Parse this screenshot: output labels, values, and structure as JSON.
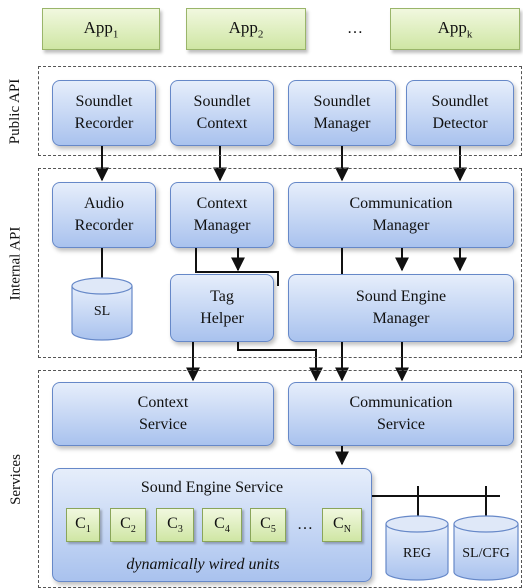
{
  "apps": [
    {
      "base": "App",
      "sub": "1"
    },
    {
      "base": "App",
      "sub": "2"
    },
    {
      "base": "App",
      "sub": "k"
    }
  ],
  "apps_ellipsis": "…",
  "layers": {
    "public_api": "Public API",
    "internal_api": "Internal API",
    "services": "Services"
  },
  "public_api": [
    {
      "line1": "Soundlet",
      "line2": "Recorder"
    },
    {
      "line1": "Soundlet",
      "line2": "Context"
    },
    {
      "line1": "Soundlet",
      "line2": "Manager"
    },
    {
      "line1": "Soundlet",
      "line2": "Detector"
    }
  ],
  "internal_api": {
    "audio_recorder": {
      "line1": "Audio",
      "line2": "Recorder"
    },
    "context_manager": {
      "line1": "Context",
      "line2": "Manager"
    },
    "communication_manager": {
      "line1": "Communication",
      "line2": "Manager"
    },
    "tag_helper": {
      "line1": "Tag",
      "line2": "Helper"
    },
    "sound_engine_manager": {
      "line1": "Sound Engine",
      "line2": "Manager"
    },
    "sl_db": "SL"
  },
  "services": {
    "context_service": {
      "line1": "Context",
      "line2": "Service"
    },
    "communication_service": {
      "line1": "Communication",
      "line2": "Service"
    },
    "sound_engine_service": "Sound Engine Service",
    "units": [
      {
        "base": "C",
        "sub": "1"
      },
      {
        "base": "C",
        "sub": "2"
      },
      {
        "base": "C",
        "sub": "3"
      },
      {
        "base": "C",
        "sub": "4"
      },
      {
        "base": "C",
        "sub": "5"
      },
      {
        "base": "C",
        "sub": "N"
      }
    ],
    "units_ellipsis": "…",
    "units_caption": "dynamically wired units",
    "reg_db": "REG",
    "slcfg_db": "SL/CFG"
  }
}
